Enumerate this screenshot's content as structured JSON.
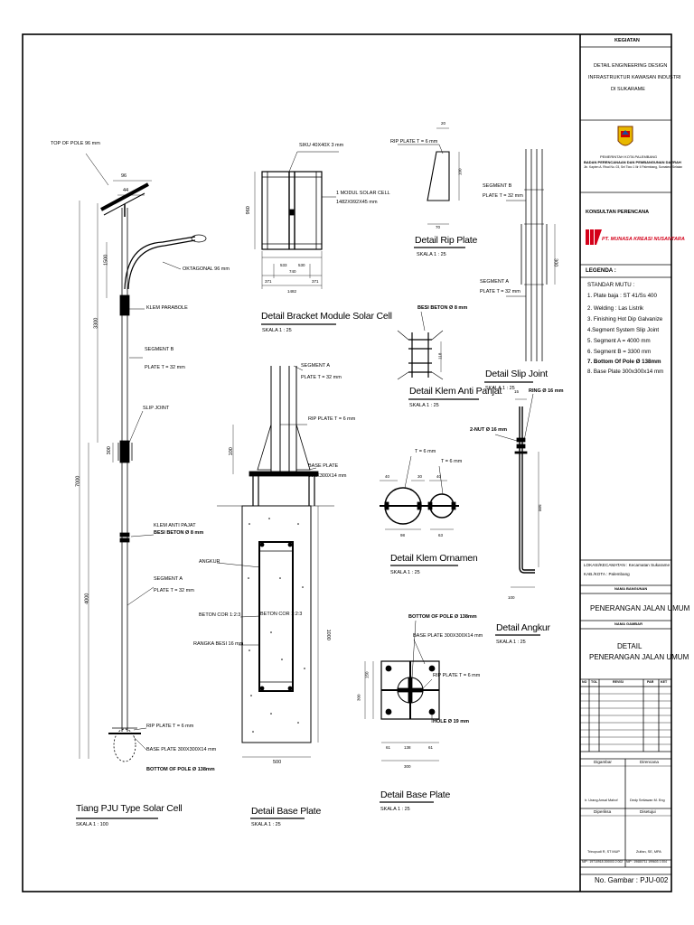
{
  "title_block": {
    "kegiatan_label": "KEGIATAN",
    "kegiatan_lines": [
      "DETAIL ENGINEERING DESIGN",
      "INFRASTRUKTUR KAWASAN INDUSTRI",
      "DI SUKARAME"
    ],
    "owner_lines": [
      "PEMERINTAH KOTA PALEMBANG",
      "BADAN PERENCANAAN DAN PEMBANGUNAN DAERAH",
      "Jln. Kapten A. Rivai No. 03, Sei Tiwo 1 Ilir II Palembang, Sumatera Selatan"
    ],
    "konsultan_label": "KONSULTAN PERENCANA",
    "konsultan_name": "PT. MUNASA KREASI NUSANTARA",
    "legenda_label": "LEGENDA :",
    "legenda_items": [
      "STANDAR MUTU :",
      "1. Plate baja : ST 41/Ss 400",
      "2. Welding : Las Listrik",
      "3. Finishing Hot Dip Galvanize",
      "4.Segment System Slip Joint",
      "5. Segment A = 4000 mm",
      "6. Segment B = 3300 mm",
      "7. Bottom Of Pole Ø 138mm",
      "8. Base Plate 300x300x14 mm"
    ],
    "lokasi": "LOKASI/KECAMATAN : Kecamatan Sukarame",
    "kab_kota": "KAB./KOTA    : Palembang",
    "nama_bangunan_label": "NAMA BANGUNAN",
    "nama_bangunan": "PENERANGAN JALAN UMUM",
    "nama_gambar_label": "NAMA GAMBAR",
    "nama_gambar_lines": [
      "DETAIL",
      "PENERANGAN JALAN UMUM"
    ],
    "revisi_headers": [
      "NO",
      "TGL",
      "REVISI",
      "PAR",
      "KET"
    ],
    "digambar_label": "Digambar",
    "direncana_label": "Direncana",
    "digambar_name": "Ir. Urang Ansal Mahof",
    "direncana_name": "Dedy Setiawan M. Eng",
    "diperiksa_label": "Diperiksa",
    "disetujui_label": "Disetujui",
    "diperiksa_name": "Trinopudi R, ST MUP",
    "disetujui_name": "Zulfan, SE, MPA",
    "nip_left": "NIP : 19710918 200003 2 002",
    "nip_right": "NIP : 19680711 199603 1 004",
    "no_gambar": "No. Gambar  : PJU-002"
  },
  "pole": {
    "top_of_pole": "TOP OF POLE 96 mm",
    "oktagonal": "OKTAGONAL 96 mm",
    "klem_parabole": "KLEM PARABOLE",
    "segment_b": "SEGMENT B",
    "plate_b": "PLATE T = 32 mm",
    "slip_joint": "SLIP JOINT",
    "klem_anti_pajat": "KLEM ANTI PAJAT",
    "besi_beton": "BESI BETON Ø 8 mm",
    "segment_a": "SEGMENT A",
    "plate_a": "PLATE T = 32 mm",
    "rip_plate": "RIP PLATE T = 6 mm",
    "base_plate": "BASE PLATE 300X300X14 mm",
    "bottom": "BOTTOM OF POLE Ø 138mm",
    "dims": [
      "96",
      "44",
      "1500",
      "3300",
      "300",
      "7000",
      "4000"
    ],
    "title": "Tiang PJU Type Solar Cell",
    "scale": "SKALA 1 : 100"
  },
  "bracket": {
    "siku": "SIKU 40X40X 3 mm",
    "module": "1 MODUL SOLAR CELL",
    "module_dim": "1482X992X45 mm",
    "dims": [
      "960",
      "533",
      "740",
      "530",
      "371",
      "371",
      "1482"
    ],
    "title": "Detail Bracket Module Solar Cell",
    "scale": "SKALA 1 : 25"
  },
  "rip": {
    "label": "RIP PLATE T = 6 mm",
    "dims": [
      "20",
      "100",
      "70"
    ],
    "title": "Detail Rip Plate",
    "scale": "SKALA 1 : 25"
  },
  "slip": {
    "segment_b": "SEGMENT B",
    "plate_b": "PLATE T = 32 mm",
    "segment_a": "SEGMENT A",
    "plate_a": "PLATE T = 32 mm",
    "dim": "300",
    "title": "Detail Slip Joint",
    "scale": "SKALA 1 : 25"
  },
  "klem_anti": {
    "label": "BESI BETON Ø 8 mm",
    "dim": "118",
    "title": "Detail Klem Anti Panjat",
    "scale": "SKALA 1 : 25"
  },
  "base_left": {
    "segment_a": "SEGMENT A",
    "plate_a": "PLATE T = 32 mm",
    "rip": "RIP PLATE T = 6 mm",
    "base_plate": "BASE PLATE",
    "base_dim": "300X300X14 mm",
    "angkur": "ANGKUR",
    "beton_cor": "BETON COR 1:2:3",
    "beton_cor2": "BETON COR 1:2:3",
    "rangka": "RANGKA BESI 16 mm",
    "dims": [
      "100",
      "1000",
      "500"
    ],
    "title": "Detail Base Plate",
    "scale": "SKALA 1 : 25"
  },
  "ornamen": {
    "t1": "T = 6 mm",
    "t2": "T = 6 mm",
    "dims": [
      "40",
      "30",
      "40",
      "98",
      "63"
    ],
    "title": "Detail Klem Ornamen",
    "scale": "SKALA 1 : 25"
  },
  "angkur": {
    "nut": "2-NUT Ø 16 mm",
    "ring": "RING Ø 16 mm",
    "dims": [
      "15",
      "500",
      "100"
    ],
    "title": "Detail Angkur",
    "scale": "SKALA 1 : 25"
  },
  "base_right": {
    "bottom": "BOTTOM OF POLE Ø 138mm",
    "base_plate": "BASE PLATE 300X300X14 mm",
    "rip": "RIP PLATE T = 6 mm",
    "hole": "HOLE Ø 19 mm",
    "dims": [
      "61",
      "138",
      "61",
      "300",
      "150",
      "300"
    ],
    "title": "Detail Base Plate",
    "scale": "SKALA 1 : 25"
  }
}
